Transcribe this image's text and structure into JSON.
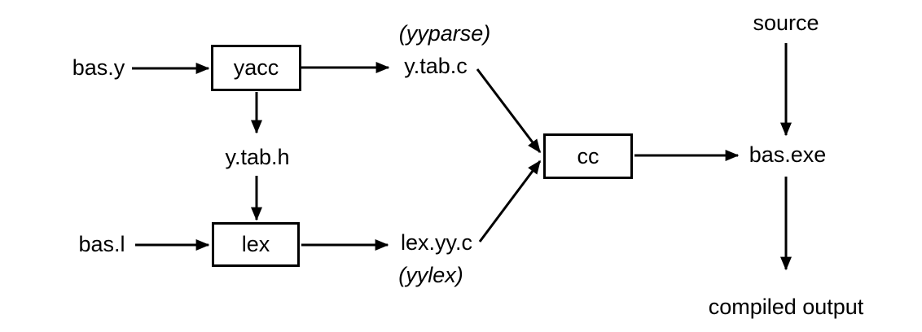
{
  "diagram": {
    "background_color": "#ffffff",
    "line_color": "#000000",
    "text_color": "#000000",
    "nodes": {
      "bas_y": "bas.y",
      "yacc": "yacc",
      "yyparse": "(yyparse)",
      "y_tab_c": "y.tab.c",
      "y_tab_h": "y.tab.h",
      "bas_l": "bas.l",
      "lex": "lex",
      "lex_yy_c": "lex.yy.c",
      "yylex": "(yylex)",
      "cc": "cc",
      "source": "source",
      "bas_exe": "bas.exe",
      "compiled_output": "compiled output"
    },
    "edges": [
      {
        "from": "bas.y",
        "to": "yacc"
      },
      {
        "from": "yacc",
        "to": "y.tab.c"
      },
      {
        "from": "yacc",
        "to": "y.tab.h"
      },
      {
        "from": "y.tab.h",
        "to": "lex"
      },
      {
        "from": "bas.l",
        "to": "lex"
      },
      {
        "from": "lex",
        "to": "lex.yy.c"
      },
      {
        "from": "y.tab.c",
        "to": "cc"
      },
      {
        "from": "lex.yy.c",
        "to": "cc"
      },
      {
        "from": "cc",
        "to": "bas.exe"
      },
      {
        "from": "source",
        "to": "bas.exe"
      },
      {
        "from": "bas.exe",
        "to": "compiled output"
      }
    ]
  }
}
